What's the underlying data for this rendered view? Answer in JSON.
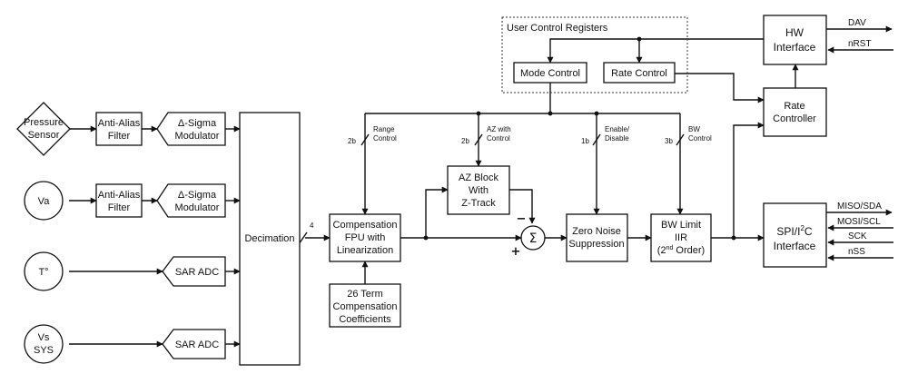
{
  "sensors": {
    "pressure": [
      "Pressure",
      "Sensor"
    ],
    "va": "Va",
    "temp": "T°",
    "vs": [
      "Vs",
      "SYS"
    ]
  },
  "filters": {
    "aaf1": [
      "Anti-Alias",
      "Filter"
    ],
    "aaf2": [
      "Anti-Alias",
      "Filter"
    ]
  },
  "modulators": {
    "mod1": [
      "Δ-Sigma",
      "Modulator"
    ],
    "mod2": [
      "Δ-Sigma",
      "Modulator"
    ]
  },
  "adcs": {
    "sar1": "SAR ADC",
    "sar2": "SAR ADC"
  },
  "decimation": {
    "label": "Decimation",
    "bus_width": "4"
  },
  "user_control": {
    "title": "User Control Registers",
    "mode_control": "Mode Control",
    "rate_control": "Rate Control"
  },
  "hw_interface": {
    "label": [
      "HW",
      "Interface"
    ],
    "dav": "DAV",
    "nrst": "nRST"
  },
  "rate_controller": [
    "Rate",
    "Controller"
  ],
  "control_taps": {
    "range": {
      "bits": "2b",
      "label": [
        "Range",
        "Control"
      ]
    },
    "az": {
      "bits": "2b",
      "label": [
        "AZ with",
        "Control"
      ]
    },
    "enable": {
      "bits": "1b",
      "label": [
        "Enable/",
        "Disable"
      ]
    },
    "bw": {
      "bits": "3b",
      "label": [
        "BW",
        "Control"
      ]
    }
  },
  "compensation": {
    "label": [
      "Compensation",
      "FPU with",
      "Linearization"
    ]
  },
  "coefficients": {
    "label": [
      "26 Term",
      "Compensation",
      "Coefficients"
    ]
  },
  "az_block": {
    "label": [
      "AZ Block",
      "With",
      "Z-Track"
    ]
  },
  "summer": {
    "symbol": "Σ",
    "minus": "−",
    "plus": "+"
  },
  "zero_noise": {
    "label": [
      "Zero Noise",
      "Suppression"
    ]
  },
  "bw_limit": {
    "line1": "BW Limit",
    "line2": "IIR",
    "line3_open": "(2",
    "line3_sup": "nd",
    "line3_close": " Order)"
  },
  "spi": {
    "line1_a": "SPI/I",
    "line1_sup": "2",
    "line1_b": "C",
    "line2": "Interface"
  },
  "spi_signals": [
    "MISO/SDA",
    "MOSI/SCL",
    "SCK",
    "nSS"
  ]
}
